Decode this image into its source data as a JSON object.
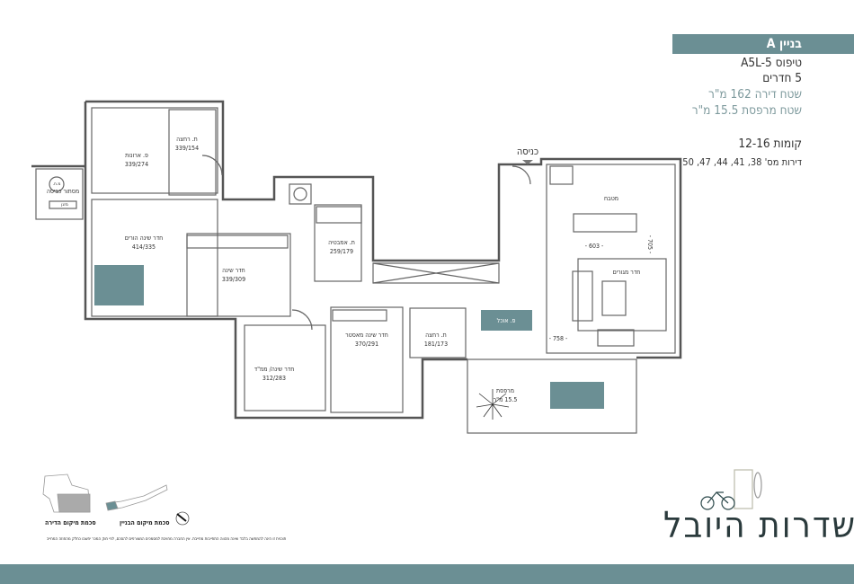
{
  "header": {
    "building": "בניין A",
    "type": "טיפוס A5L-5",
    "rooms": "5 חדרים",
    "apartment_area": "שטח דירה 162 מ\"ר",
    "balcony_area": "שטח מרפסת 15.5 מ\"ר",
    "floors": "קומות 12-16",
    "apartment_numbers": "דירות מס' 38, 41, 44, 47, 50"
  },
  "rooms": {
    "laundry": "מסתור כביסה",
    "ac": "מזגן",
    "water_heater": "מ.ח.",
    "closets": {
      "name": "פ. ארונות",
      "size": "339/274"
    },
    "bath_parents": {
      "name": "ת. רחצה",
      "size": "339/154"
    },
    "parents_bedroom": {
      "name": "חדר שינה הורים",
      "size": "414/335"
    },
    "bedroom": {
      "name": "חדר שינה",
      "size": "339/309"
    },
    "bathtub_room": {
      "name": "ת. אמבטיה",
      "size": "259/179"
    },
    "safe_room": {
      "name": "חדר שינה/ ממ\"ד",
      "size": "312/283"
    },
    "master_bedroom": {
      "name": "חדר שינה מאסטר",
      "size": "370/291"
    },
    "bath_master": {
      "name": "ת. רחצה",
      "size": "181/173"
    },
    "entrance": "כניסה",
    "kitchen": "מטבח",
    "living_room": "חדר מגורים",
    "dining": "פ. אוכל",
    "balcony": {
      "name": "מרפסת",
      "size": "15.5 מ\"ר"
    }
  },
  "dimensions": {
    "kitchen_width": "- 603 -",
    "living_depth": "- 705 -",
    "living_width": "- 758 -"
  },
  "schematics": {
    "apartment_location": "סכמת מיקום הדירה",
    "building_location": "סכמת מיקום הבניין"
  },
  "disclaimer": "תוכנית זו הינה להמחשה בלבד ואינה מהווה התחייבות מחייבת. אין החברה מחויבת למסמכים המצורפים להסכם, לפי חוק המכר יחשבו כחלק מהחוזה המחייב",
  "logo": {
    "name": "שדרות היובל"
  },
  "colors": {
    "accent": "#6b8f94",
    "wall": "#555555"
  }
}
